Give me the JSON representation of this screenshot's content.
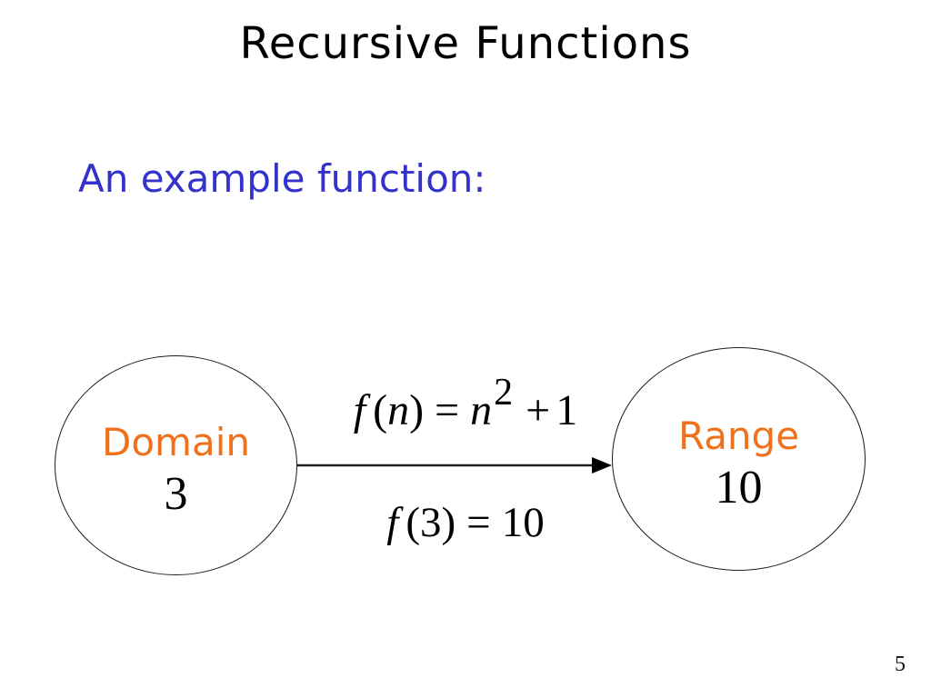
{
  "slide": {
    "title": "Recursive Functions",
    "subtitle": "An example function:",
    "page_number": "5"
  },
  "diagram": {
    "domain_node": {
      "label": "Domain",
      "value": "3"
    },
    "range_node": {
      "label": "Range",
      "value": "10"
    },
    "arrow": {
      "direction": "left-to-right",
      "from": "Domain",
      "to": "Range"
    },
    "formula_top": {
      "func": "f",
      "open": "(",
      "var": "n",
      "close": ")",
      "equals": "=",
      "base": "n",
      "exponent": "2",
      "plus": "+",
      "constant": "1"
    },
    "formula_bottom": {
      "func": "f",
      "open": "(",
      "arg": "3",
      "close": ")",
      "equals": "=",
      "result": "10"
    }
  },
  "colors": {
    "background": "#FFFFFF",
    "title_text": "#000000",
    "subtitle_text": "#3333CC",
    "node_label": "#F0711C",
    "node_value": "#000000",
    "stroke": "#1c1c1c"
  }
}
